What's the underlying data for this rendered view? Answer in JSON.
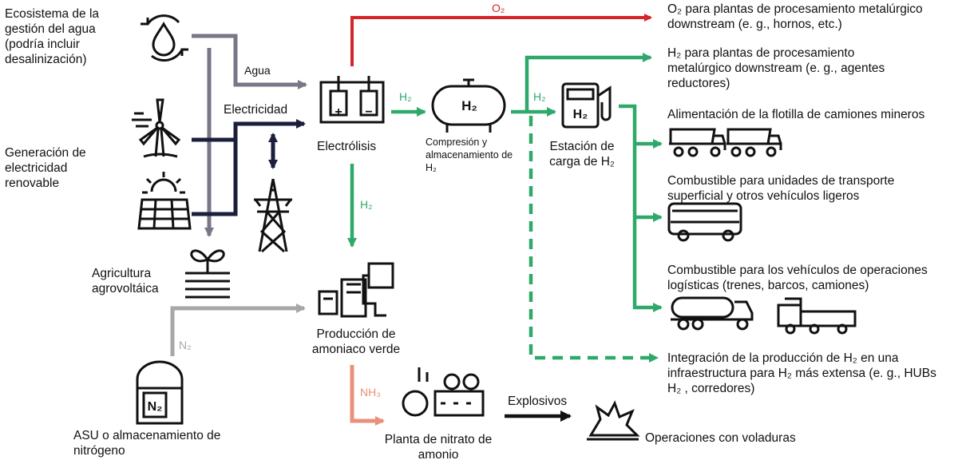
{
  "colors": {
    "oxygen": "#d6242a",
    "hydrogen": "#2ea96a",
    "water": "#7a7587",
    "electricity": "#1b1f3b",
    "nitrogen": "#a7a7a7",
    "ammonia": "#e8907a",
    "dark": "#111111"
  },
  "sources": {
    "water_ecosystem": "Ecosistema de la gestión del agua (podría incluir desalinización)",
    "renewable": "Generación de electricidad renovable",
    "agri": "Agricultura agrovoltáica",
    "asu": "ASU o almacenamiento de nitrógeno"
  },
  "flows": {
    "agua": "Agua",
    "electricidad": "Electricidad",
    "h2_a": "H₂",
    "h2_b": "H₂",
    "h2_c": "H₂",
    "o2": "O₂",
    "n2": "N₂",
    "nh3": "NH₃",
    "explosivos": "Explosivos"
  },
  "process": {
    "electrolysis": "Electrólisis",
    "compression": "Compresión y almacenamiento de H₂",
    "station": "Estación de carga de H₂",
    "ammonia_plant": "Producción de amoniaco verde",
    "nitrate_plant": "Planta de nitrato de amonio",
    "tank_label": "H₂",
    "pump_label": "H₂",
    "asu_label": "N₂",
    "plus": "+",
    "minus": "−"
  },
  "outputs": {
    "o2_plants": "O₂ para plantas de procesamiento metalúrgico downstream (e. g., hornos, etc.)",
    "h2_plants": "H₂ para plantas de procesamiento metalúrgico downstream (e. g., agentes reductores)",
    "mining_fleet": "Alimentación de la flotilla de camiones mineros",
    "surface_fuel": "Combustible para unidades de transporte superficial y otros vehículos ligeros",
    "logistics_fuel": "Combustible para los vehículos de operaciones logísticas (trenes, barcos, camiones)",
    "integration": "Integración de la producción de H₂ en una infraestructura para H₂ más extensa (e. g., HUBs H₂ , corredores)",
    "blasting": "Operaciones con voladuras"
  },
  "icons": [
    "water-cycle-icon",
    "wind-turbine-icon",
    "solar-panel-icon",
    "sprout-icon",
    "transmission-tower-icon",
    "electrolyzer-icon",
    "storage-tank-icon",
    "fuel-pump-icon",
    "ammonia-plant-icon",
    "nitrate-plant-icon",
    "asu-tank-icon",
    "dump-truck-icon",
    "bus-icon",
    "tanker-truck-icon",
    "locomotive-icon",
    "explosion-icon"
  ]
}
